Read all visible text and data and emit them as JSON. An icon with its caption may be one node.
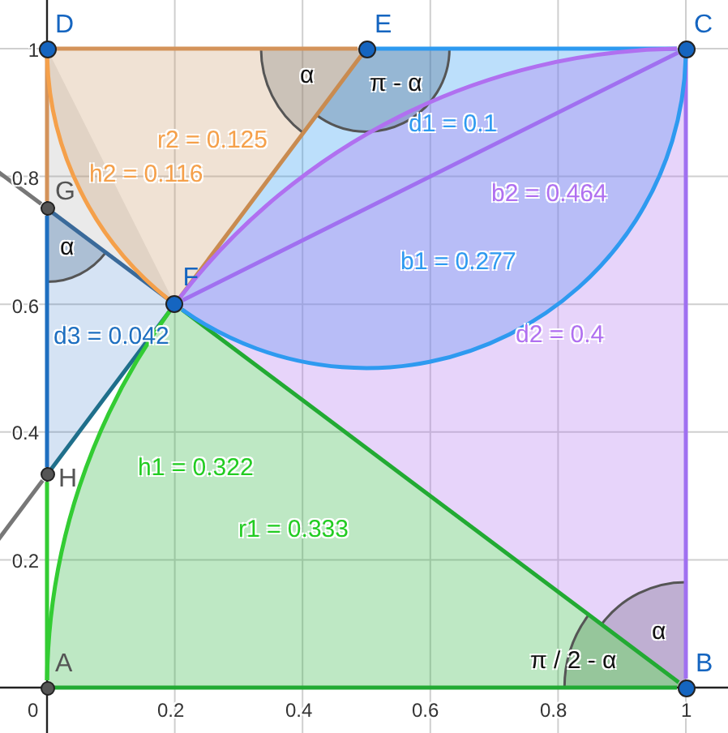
{
  "diagram": {
    "nodes": [
      {
        "text": [
          "D"
        ]
      },
      {
        "text": [
          "E"
        ]
      },
      {
        "text": [
          "C"
        ]
      },
      {
        "text": [
          "G"
        ]
      },
      {
        "text": [
          "F"
        ]
      },
      {
        "text": [
          "H"
        ]
      },
      {
        "text": [
          "A"
        ]
      },
      {
        "text": [
          "B"
        ]
      }
    ],
    "edges": [
      {
        "from": 0,
        "to": 1,
        "arrow": "none",
        "color": "#d4935a"
      },
      {
        "from": 1,
        "to": 2,
        "arrow": "none",
        "color": "#2e9af0"
      },
      {
        "from": 0,
        "to": 3,
        "arrow": "none",
        "color": "#d4935a"
      },
      {
        "from": 1,
        "to": 4,
        "arrow": "none",
        "color": "#c98b50"
      },
      {
        "from": 4,
        "to": 2,
        "arrow": "none",
        "color": "#a070f0"
      },
      {
        "from": 2,
        "to": 7,
        "arrow": "none",
        "color": "#a070f0"
      },
      {
        "from": 3,
        "to": 4,
        "arrow": "none",
        "color": "#3a6a9a"
      },
      {
        "from": 3,
        "to": 5,
        "arrow": "none",
        "color": "#1e6fc0"
      },
      {
        "from": 5,
        "to": 4,
        "arrow": "none",
        "color": "#1f6f8b"
      },
      {
        "from": 6,
        "to": 5,
        "arrow": "none",
        "color": "#33cc33"
      },
      {
        "from": 4,
        "to": 7,
        "arrow": "none",
        "color": "#22aa33"
      },
      {
        "from": 6,
        "to": 7,
        "arrow": "none",
        "color": "#22aa33"
      },
      {
        "from": 0,
        "to": 4,
        "arrow": "none",
        "color": "#f5a04a"
      },
      {
        "from": 4,
        "to": 2,
        "arrow": "none",
        "color": "#2e9af0"
      },
      {
        "from": 4,
        "to": 2,
        "arrow": "none",
        "color": "#b070f0"
      },
      {
        "from": 6,
        "to": 4,
        "arrow": "none",
        "color": "#33cc33"
      },
      {
        "from": 3,
        "to": null,
        "arrow": "none",
        "color": "#777777"
      },
      {
        "from": 5,
        "to": null,
        "arrow": "none",
        "color": "#777777"
      }
    ],
    "labels": [
      "1",
      "α",
      "π - α",
      "d1 = 0.1",
      "r2 = 0.125",
      "0.8",
      "h2 = 0.116",
      "b2 = 0.464",
      "α",
      "b1 = 0.277",
      "0.6",
      "d3 = 0.042",
      "d2 = 0.4",
      "0.4",
      "h1 = 0.322",
      "r1 = 0.333",
      "0.2",
      "α",
      "π / 2 - α",
      "0",
      "0.2",
      "0.4",
      "0.6",
      "0.8",
      "1"
    ]
  }
}
